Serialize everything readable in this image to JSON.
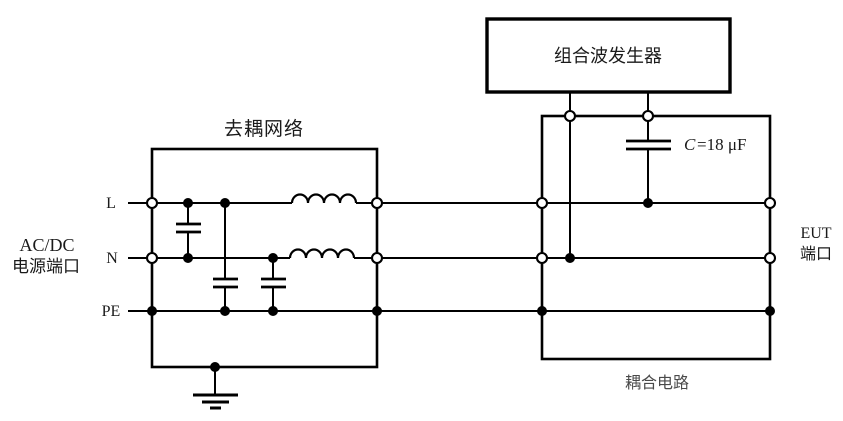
{
  "labels": {
    "generator": "组合波发生器",
    "decoupling_network": "去耦网络",
    "coupling_circuit": "耦合电路",
    "capacitor_symbol": "C",
    "capacitor_value": "=18 μF",
    "line_l": "L",
    "line_n": "N",
    "line_pe": "PE",
    "ac_port_line1": "AC/DC",
    "ac_port_line2": "电源端口",
    "eut_port_line1": "EUT",
    "eut_port_line2": "端口"
  },
  "colors": {
    "stroke": "#000000",
    "background": "#ffffff",
    "label_text": "#1a1a1a",
    "coupling_label_text": "#4a4a4a"
  }
}
